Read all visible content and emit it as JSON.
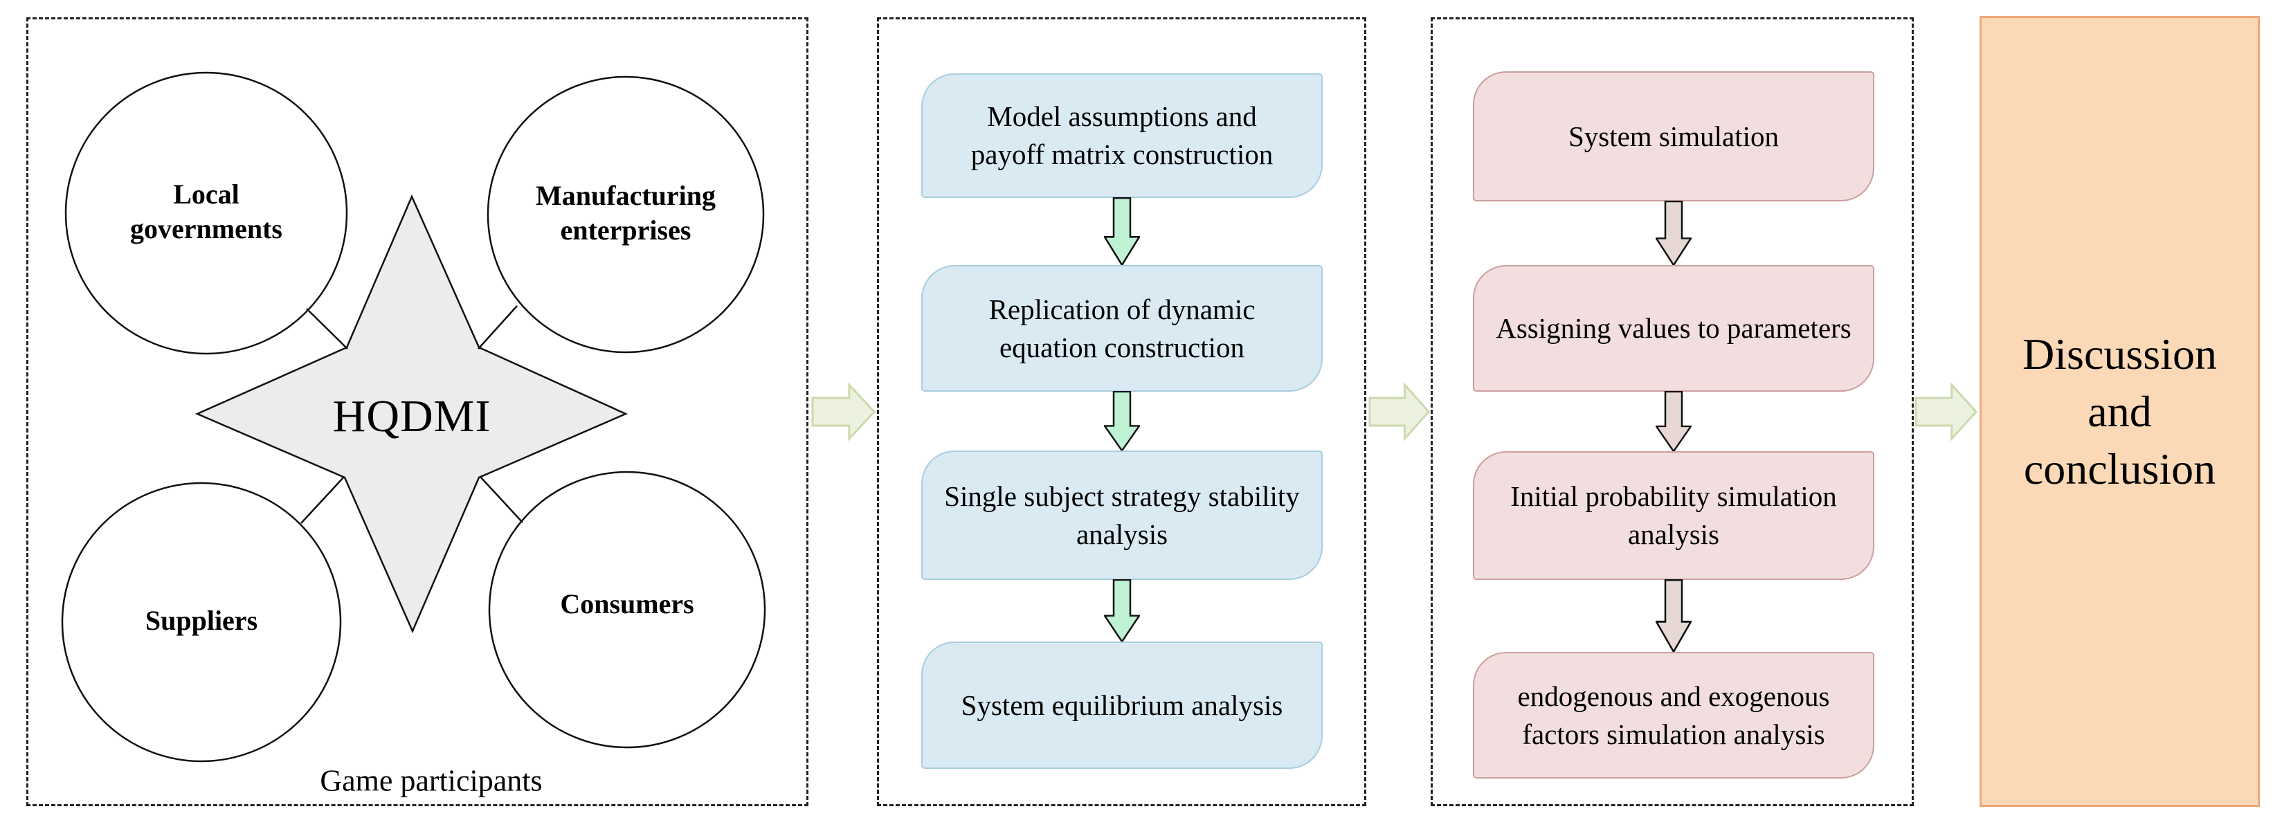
{
  "figure": {
    "participants": {
      "caption": "Game participants",
      "center_label": "HQDMI",
      "circles": [
        {
          "label": "Local\ngovernments"
        },
        {
          "label": "Manufacturing\nenterprises"
        },
        {
          "label": "Suppliers"
        },
        {
          "label": "Consumers"
        }
      ]
    },
    "game_model_steps": [
      {
        "label": "Model assumptions and\npayoff matrix construction"
      },
      {
        "label": "Replication of dynamic\nequation construction"
      },
      {
        "label": "Single subject strategy  stability\nanalysis"
      },
      {
        "label": "System equilibrium analysis"
      }
    ],
    "simulation_steps": [
      {
        "label": "System simulation"
      },
      {
        "label": "Assigning values to parameters"
      },
      {
        "label": "Initial probability simulation\nanalysis"
      },
      {
        "label": "endogenous and exogenous\nfactors simulation analysis"
      }
    ],
    "conclusion": {
      "lines": [
        "Discussion",
        "and",
        "conclusion"
      ]
    },
    "colors": {
      "model_box_fill": "#d9eaf3",
      "model_box_border": "#a9cde0",
      "simulation_box_fill": "#f2dede",
      "simulation_box_border": "#cc9f9f",
      "star_fill": "#ececec",
      "step_arrow_green": "#bff1d3",
      "step_arrow_rose": "#e7d8d6",
      "panel_arrow_fill": "#ecf2df",
      "panel_arrow_border": "#ccd9ae",
      "conclusion_fill": "#fbd9b6",
      "conclusion_border": "#efa878"
    }
  }
}
